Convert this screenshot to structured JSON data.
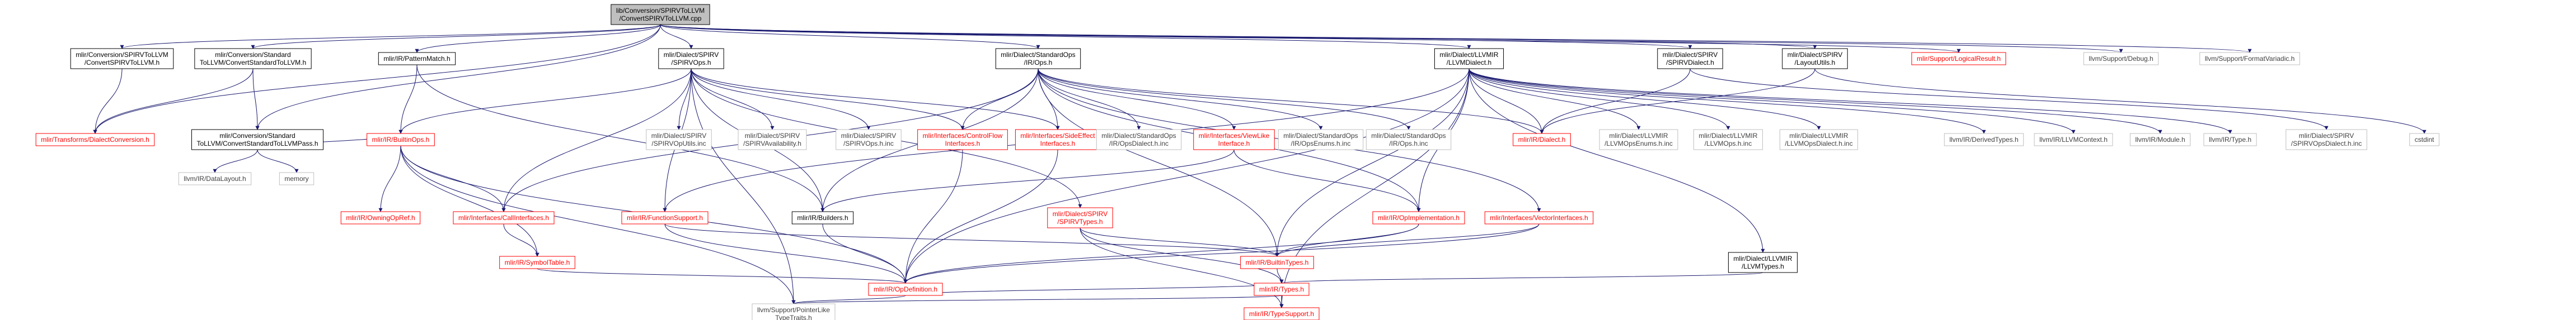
{
  "colors": {
    "edge": "#191970",
    "node_border_default": "#bfbfbf",
    "node_border_linked": "#000000",
    "node_border_missing": "#ff0000",
    "root_fill": "#bfbfbf",
    "text_default": "#000000",
    "text_missing": "#ff0000",
    "text_muted": "#404040"
  },
  "nodes": [
    {
      "id": "root",
      "lines": [
        "lib/Conversion/SPIRVToLLVM",
        "/ConvertSPIRVToLLVM.cpp"
      ],
      "kind": "root"
    },
    {
      "id": "convspirvh",
      "lines": [
        "mlir/Conversion/SPIRVToLLVM",
        "/ConvertSPIRVToLLVM.h"
      ],
      "kind": "linked"
    },
    {
      "id": "convstdh",
      "lines": [
        "mlir/Conversion/Standard",
        "ToLLVM/ConvertStandardToLLVM.h"
      ],
      "kind": "linked"
    },
    {
      "id": "patternmatch",
      "lines": [
        "mlir/IR/PatternMatch.h"
      ],
      "kind": "linked"
    },
    {
      "id": "spirvops",
      "lines": [
        "mlir/Dialect/SPIRV",
        "/SPIRVOps.h"
      ],
      "kind": "linked"
    },
    {
      "id": "stdops",
      "lines": [
        "mlir/Dialect/StandardOps",
        "/IR/Ops.h"
      ],
      "kind": "linked"
    },
    {
      "id": "llvmdialect",
      "lines": [
        "mlir/Dialect/LLVMIR",
        "/LLVMDialect.h"
      ],
      "kind": "linked"
    },
    {
      "id": "spirvdialect",
      "lines": [
        "mlir/Dialect/SPIRV",
        "/SPIRVDialect.h"
      ],
      "kind": "linked"
    },
    {
      "id": "layoututils",
      "lines": [
        "mlir/Dialect/SPIRV",
        "/LayoutUtils.h"
      ],
      "kind": "linked"
    },
    {
      "id": "logicalresult",
      "lines": [
        "mlir/Support/LogicalResult.h"
      ],
      "kind": "missing"
    },
    {
      "id": "debug",
      "lines": [
        "llvm/Support/Debug.h"
      ],
      "kind": "plain"
    },
    {
      "id": "formatvariadic",
      "lines": [
        "llvm/Support/FormatVariadic.h"
      ],
      "kind": "plain"
    },
    {
      "id": "dialectconversion",
      "lines": [
        "mlir/Transforms/DialectConversion.h"
      ],
      "kind": "missing"
    },
    {
      "id": "convstdpass",
      "lines": [
        "mlir/Conversion/Standard",
        "ToLLVM/ConvertStandardToLLVMPass.h"
      ],
      "kind": "linked"
    },
    {
      "id": "datalayout",
      "lines": [
        "llvm/IR/DataLayout.h"
      ],
      "kind": "plain"
    },
    {
      "id": "memory",
      "lines": [
        "memory"
      ],
      "kind": "plain"
    },
    {
      "id": "builtinops",
      "lines": [
        "mlir/IR/BuiltinOps.h"
      ],
      "kind": "missing"
    },
    {
      "id": "owningopref",
      "lines": [
        "mlir/IR/OwningOpRef.h"
      ],
      "kind": "missing"
    },
    {
      "id": "callinterfaces",
      "lines": [
        "mlir/Interfaces/CallInterfaces.h"
      ],
      "kind": "missing"
    },
    {
      "id": "symboltable",
      "lines": [
        "mlir/IR/SymbolTable.h"
      ],
      "kind": "missing"
    },
    {
      "id": "spirvoputils",
      "lines": [
        "mlir/Dialect/SPIRV",
        "/SPIRVOpUtils.inc"
      ],
      "kind": "plain"
    },
    {
      "id": "spirvavail",
      "lines": [
        "mlir/Dialect/SPIRV",
        "/SPIRVAvailability.h"
      ],
      "kind": "plain"
    },
    {
      "id": "spirvopsinc",
      "lines": [
        "mlir/Dialect/SPIRV",
        "/SPIRVOps.h.inc"
      ],
      "kind": "plain"
    },
    {
      "id": "functionsupport",
      "lines": [
        "mlir/IR/FunctionSupport.h"
      ],
      "kind": "missing"
    },
    {
      "id": "builders",
      "lines": [
        "mlir/IR/Builders.h"
      ],
      "kind": "linked"
    },
    {
      "id": "controlflow",
      "lines": [
        "mlir/Interfaces/ControlFlow",
        "Interfaces.h"
      ],
      "kind": "missing"
    },
    {
      "id": "sideeffect",
      "lines": [
        "mlir/Interfaces/SideEffect",
        "Interfaces.h"
      ],
      "kind": "missing"
    },
    {
      "id": "stdopsdialect",
      "lines": [
        "mlir/Dialect/StandardOps",
        "/IR/OpsDialect.h.inc"
      ],
      "kind": "plain"
    },
    {
      "id": "viewlike",
      "lines": [
        "mlir/Interfaces/ViewLike",
        "Interface.h"
      ],
      "kind": "missing"
    },
    {
      "id": "stdopsenums",
      "lines": [
        "mlir/Dialect/StandardOps",
        "/IR/OpsEnums.h.inc"
      ],
      "kind": "plain"
    },
    {
      "id": "stdopsinc",
      "lines": [
        "mlir/Dialect/StandardOps",
        "/IR/Ops.h.inc"
      ],
      "kind": "plain"
    },
    {
      "id": "spirvtypes",
      "lines": [
        "mlir/Dialect/SPIRV",
        "/SPIRVTypes.h"
      ],
      "kind": "missing"
    },
    {
      "id": "opimpl",
      "lines": [
        "mlir/IR/OpImplementation.h"
      ],
      "kind": "missing"
    },
    {
      "id": "vectorinterfaces",
      "lines": [
        "mlir/Interfaces/VectorInterfaces.h"
      ],
      "kind": "missing"
    },
    {
      "id": "irdialect",
      "lines": [
        "mlir/IR/Dialect.h"
      ],
      "kind": "missing"
    },
    {
      "id": "llvmopsenums",
      "lines": [
        "mlir/Dialect/LLVMIR",
        "/LLVMOpsEnums.h.inc"
      ],
      "kind": "plain"
    },
    {
      "id": "llvmopsinc",
      "lines": [
        "mlir/Dialect/LLVMIR",
        "/LLVMOps.h.inc"
      ],
      "kind": "plain"
    },
    {
      "id": "llvmopsdialect",
      "lines": [
        "mlir/Dialect/LLVMIR",
        "/LLVMOpsDialect.h.inc"
      ],
      "kind": "plain"
    },
    {
      "id": "derivedtypes",
      "lines": [
        "llvm/IR/DerivedTypes.h"
      ],
      "kind": "plain"
    },
    {
      "id": "llvmcontext",
      "lines": [
        "llvm/IR/LLVMContext.h"
      ],
      "kind": "plain"
    },
    {
      "id": "module",
      "lines": [
        "llvm/IR/Module.h"
      ],
      "kind": "plain"
    },
    {
      "id": "irtype",
      "lines": [
        "llvm/IR/Type.h"
      ],
      "kind": "plain"
    },
    {
      "id": "spirvopsdialect",
      "lines": [
        "mlir/Dialect/SPIRV",
        "/SPIRVOpsDialect.h.inc"
      ],
      "kind": "plain"
    },
    {
      "id": "cstdint",
      "lines": [
        "cstdint"
      ],
      "kind": "plain"
    },
    {
      "id": "builtintypes",
      "lines": [
        "mlir/IR/BuiltinTypes.h"
      ],
      "kind": "missing"
    },
    {
      "id": "llvmtypes",
      "lines": [
        "mlir/Dialect/LLVMIR",
        "/LLVMTypes.h"
      ],
      "kind": "linked"
    },
    {
      "id": "opdefinition",
      "lines": [
        "mlir/IR/OpDefinition.h"
      ],
      "kind": "missing"
    },
    {
      "id": "irtypes",
      "lines": [
        "mlir/IR/Types.h"
      ],
      "kind": "missing"
    },
    {
      "id": "pointerlike",
      "lines": [
        "llvm/Support/PointerLike",
        "TypeTraits.h"
      ],
      "kind": "plain"
    },
    {
      "id": "typesupport",
      "lines": [
        "mlir/IR/TypeSupport.h"
      ],
      "kind": "missing"
    }
  ],
  "edges": [
    [
      "root",
      "convspirvh"
    ],
    [
      "root",
      "convstdh"
    ],
    [
      "root",
      "patternmatch"
    ],
    [
      "root",
      "spirvops"
    ],
    [
      "root",
      "stdops"
    ],
    [
      "root",
      "llvmdialect"
    ],
    [
      "root",
      "spirvdialect"
    ],
    [
      "root",
      "layoututils"
    ],
    [
      "root",
      "logicalresult"
    ],
    [
      "root",
      "debug"
    ],
    [
      "root",
      "formatvariadic"
    ],
    [
      "root",
      "dialectconversion"
    ],
    [
      "root",
      "convstdpass"
    ],
    [
      "convspirvh",
      "dialectconversion"
    ],
    [
      "convstdh",
      "dialectconversion"
    ],
    [
      "convstdh",
      "convstdpass"
    ],
    [
      "convstdpass",
      "datalayout"
    ],
    [
      "convstdpass",
      "memory"
    ],
    [
      "convstdpass",
      "builtinops"
    ],
    [
      "patternmatch",
      "builtinops"
    ],
    [
      "patternmatch",
      "builders"
    ],
    [
      "builtinops",
      "owningopref"
    ],
    [
      "builtinops",
      "callinterfaces"
    ],
    [
      "builtinops",
      "symboltable"
    ],
    [
      "builtinops",
      "opdefinition"
    ],
    [
      "builtinops",
      "pointerlike"
    ],
    [
      "spirvops",
      "builtinops"
    ],
    [
      "spirvops",
      "callinterfaces"
    ],
    [
      "spirvops",
      "spirvoputils"
    ],
    [
      "spirvops",
      "spirvavail"
    ],
    [
      "spirvops",
      "spirvopsinc"
    ],
    [
      "spirvops",
      "functionsupport"
    ],
    [
      "spirvops",
      "builders"
    ],
    [
      "spirvops",
      "controlflow"
    ],
    [
      "spirvops",
      "sideeffect"
    ],
    [
      "spirvops",
      "spirvtypes"
    ],
    [
      "spirvops",
      "pointerlike"
    ],
    [
      "stdops",
      "callinterfaces"
    ],
    [
      "stdops",
      "builders"
    ],
    [
      "stdops",
      "controlflow"
    ],
    [
      "stdops",
      "sideeffect"
    ],
    [
      "stdops",
      "stdopsdialect"
    ],
    [
      "stdops",
      "viewlike"
    ],
    [
      "stdops",
      "stdopsenums"
    ],
    [
      "stdops",
      "stdopsinc"
    ],
    [
      "stdops",
      "irdialect"
    ],
    [
      "stdops",
      "opimpl"
    ],
    [
      "stdops",
      "vectorinterfaces"
    ],
    [
      "stdops",
      "builtintypes"
    ],
    [
      "callinterfaces",
      "symboltable"
    ],
    [
      "symboltable",
      "opdefinition"
    ],
    [
      "functionsupport",
      "opdefinition"
    ],
    [
      "functionsupport",
      "builtintypes"
    ],
    [
      "builders",
      "opdefinition"
    ],
    [
      "controlflow",
      "opdefinition"
    ],
    [
      "sideeffect",
      "opdefinition"
    ],
    [
      "viewlike",
      "builders"
    ],
    [
      "viewlike",
      "opimpl"
    ],
    [
      "spirvtypes",
      "builtintypes"
    ],
    [
      "spirvtypes",
      "irtypes"
    ],
    [
      "spirvtypes",
      "typesupport"
    ],
    [
      "opimpl",
      "opdefinition"
    ],
    [
      "opimpl",
      "builtintypes"
    ],
    [
      "vectorinterfaces",
      "builtintypes"
    ],
    [
      "vectorinterfaces",
      "opdefinition"
    ],
    [
      "builtintypes",
      "irtypes"
    ],
    [
      "opdefinition",
      "irtypes"
    ],
    [
      "opdefinition",
      "pointerlike"
    ],
    [
      "irtypes",
      "typesupport"
    ],
    [
      "irtypes",
      "pointerlike"
    ],
    [
      "llvmdialect",
      "irdialect"
    ],
    [
      "llvmdialect",
      "opimpl"
    ],
    [
      "llvmdialect",
      "llvmopsenums"
    ],
    [
      "llvmdialect",
      "llvmopsinc"
    ],
    [
      "llvmdialect",
      "llvmopsdialect"
    ],
    [
      "llvmdialect",
      "derivedtypes"
    ],
    [
      "llvmdialect",
      "llvmcontext"
    ],
    [
      "llvmdialect",
      "module"
    ],
    [
      "llvmdialect",
      "irtype"
    ],
    [
      "llvmdialect",
      "llvmtypes"
    ],
    [
      "llvmdialect",
      "opdefinition"
    ],
    [
      "llvmdialect",
      "builtintypes"
    ],
    [
      "llvmdialect",
      "typesupport"
    ],
    [
      "llvmdialect",
      "functionsupport"
    ],
    [
      "llvmtypes",
      "irtypes"
    ],
    [
      "spirvdialect",
      "irdialect"
    ],
    [
      "spirvdialect",
      "spirvopsdialect"
    ],
    [
      "layoututils",
      "cstdint"
    ],
    [
      "layoututils",
      "irdialect"
    ]
  ]
}
